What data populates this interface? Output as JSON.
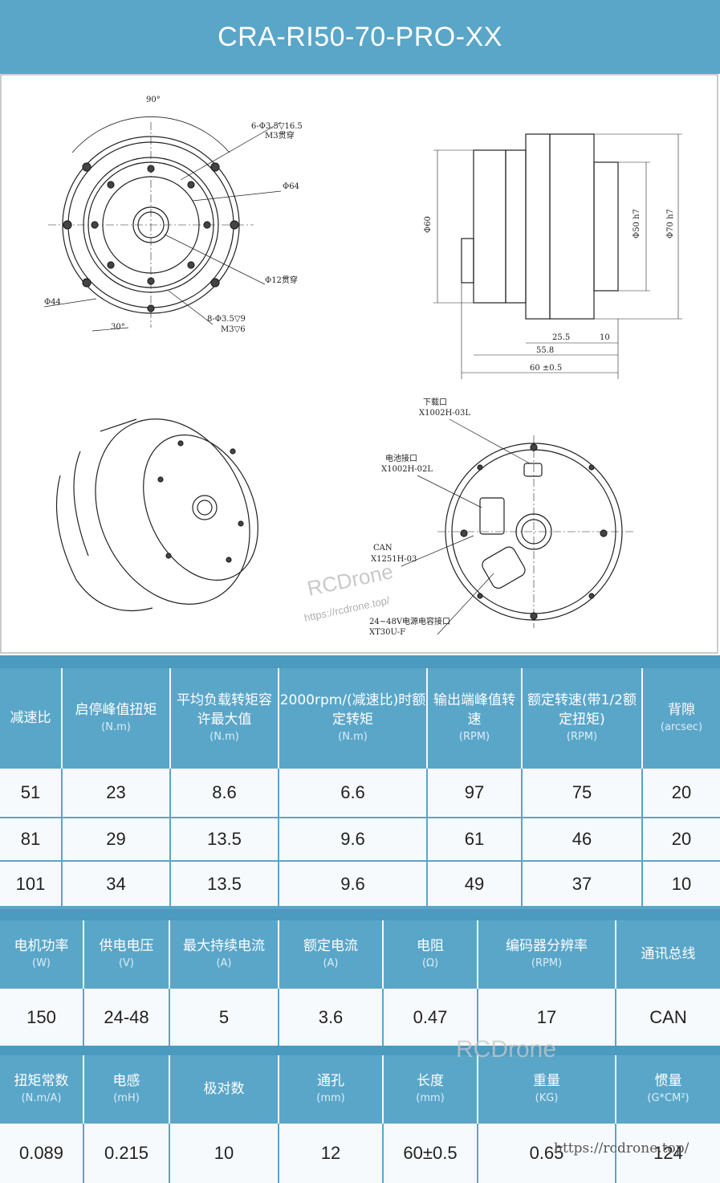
{
  "title": "CRA-RI50-70-PRO-XX",
  "drawing": {
    "front": {
      "angle_top": "90°",
      "holes_top": "6-Φ3.5▽16.5",
      "holes_top_sub": "M3贯穿",
      "dia_64": "Φ64",
      "dia_12": "Φ12贯穿",
      "dia_44": "Φ44",
      "angle_bottom": "30°",
      "holes_bottom": "8-Φ3.5▽9",
      "holes_bottom_sub": "M3▽6"
    },
    "side": {
      "dia_60": "Φ60",
      "dia_50": "Φ50 h7",
      "dia_70": "Φ70 h7",
      "d25": "25.5",
      "d10": "10",
      "d558": "55.8",
      "d60": "60 ±0.5"
    },
    "back": {
      "download_port": "下载口",
      "download_part": "X1002H-03L",
      "battery_port": "电池接口",
      "battery_part": "X1002H-02L",
      "can": "CAN",
      "can_part": "X1251H-03",
      "power_port": "24~48V电源电容接口",
      "power_part": "XT30U-F"
    },
    "watermark_name": "RCDrone",
    "watermark_url": "https://rcdrone.top/"
  },
  "table1": {
    "headers": [
      {
        "label": "减速比",
        "unit": ""
      },
      {
        "label": "启停峰值扭矩",
        "unit": "(N.m)"
      },
      {
        "label": "平均负载转矩容许最大值",
        "unit": "(N.m)"
      },
      {
        "label": "2000rpm/(减速比)时额定转矩",
        "unit": "(N.m)"
      },
      {
        "label": "输出端峰值转速",
        "unit": "(RPM)"
      },
      {
        "label": "额定转速(带1/2额定扭矩)",
        "unit": "(RPM)"
      },
      {
        "label": "背隙",
        "unit": "(arcsec)"
      }
    ],
    "rows": [
      [
        "51",
        "23",
        "8.6",
        "6.6",
        "97",
        "75",
        "20"
      ],
      [
        "81",
        "29",
        "13.5",
        "9.6",
        "61",
        "46",
        "20"
      ],
      [
        "101",
        "34",
        "13.5",
        "9.6",
        "49",
        "37",
        "10"
      ]
    ]
  },
  "table2": {
    "headers": [
      {
        "label": "电机功率",
        "unit": "(W)"
      },
      {
        "label": "供电电压",
        "unit": "(V)"
      },
      {
        "label": "最大持续电流",
        "unit": "(A)"
      },
      {
        "label": "额定电流",
        "unit": "(A)"
      },
      {
        "label": "电阻",
        "unit": "(Ω)"
      },
      {
        "label": "编码器分辨率",
        "unit": "(RPM)"
      },
      {
        "label": "通讯总线",
        "unit": ""
      }
    ],
    "rows": [
      [
        "150",
        "24-48",
        "5",
        "3.6",
        "0.47",
        "17",
        "CAN"
      ]
    ]
  },
  "table3": {
    "headers": [
      {
        "label": "扭矩常数",
        "unit": "(N.m/A)"
      },
      {
        "label": "电感",
        "unit": "(mH)"
      },
      {
        "label": "极对数",
        "unit": ""
      },
      {
        "label": "通孔",
        "unit": "(mm)"
      },
      {
        "label": "长度",
        "unit": "(mm)"
      },
      {
        "label": "重量",
        "unit": "(KG)"
      },
      {
        "label": "惯量",
        "unit": "(G*CM²)"
      }
    ],
    "rows": [
      [
        "0.089",
        "0.215",
        "10",
        "12",
        "60±0.5",
        "0.65",
        "124"
      ]
    ]
  },
  "footer_watermark_name": "RCDrone",
  "footer_watermark_url": "https://rcdrone.top/"
}
